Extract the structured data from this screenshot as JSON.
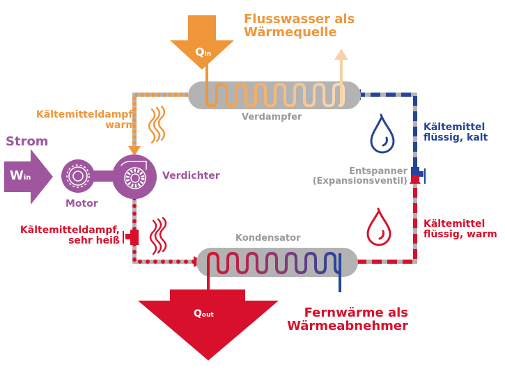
{
  "title": "Wärmepumpe – Kältekreislauf",
  "colors": {
    "orange": "#f0963a",
    "orange_light": "#f6d2a8",
    "purple": "#a0569e",
    "red": "#d8102b",
    "blue": "#24449a",
    "grey": "#b3b3b3",
    "grey_text": "#9a9a9a"
  },
  "heat_source": {
    "line1": "Flusswasser als",
    "line2": "Wärmequelle",
    "arrow_label": "Q",
    "arrow_sub": "in"
  },
  "heat_sink": {
    "line1": "Fernwärme als",
    "line2": "Wärmeabnehmer",
    "arrow_label": "Q",
    "arrow_sub": "out"
  },
  "power_input": {
    "title": "Strom",
    "arrow_label": "W",
    "arrow_sub": "in"
  },
  "components": {
    "evaporator": "Verdampfer",
    "condenser": "Kondensator",
    "compressor": "Verdichter",
    "motor": "Motor",
    "expansion_line1": "Entspanner",
    "expansion_line2": "(Expansionsventil)"
  },
  "states": {
    "vapor_warm_line1": "Kältemitteldampf,",
    "vapor_warm_line2": "warm",
    "vapor_hot_line1": "Kältemitteldampf,",
    "vapor_hot_line2": "sehr heiß",
    "liquid_cold_line1": "Kältemittel",
    "liquid_cold_line2": "flüssig, kalt",
    "liquid_warm_line1": "Kältemittel",
    "liquid_warm_line2": "flüssig, warm"
  }
}
